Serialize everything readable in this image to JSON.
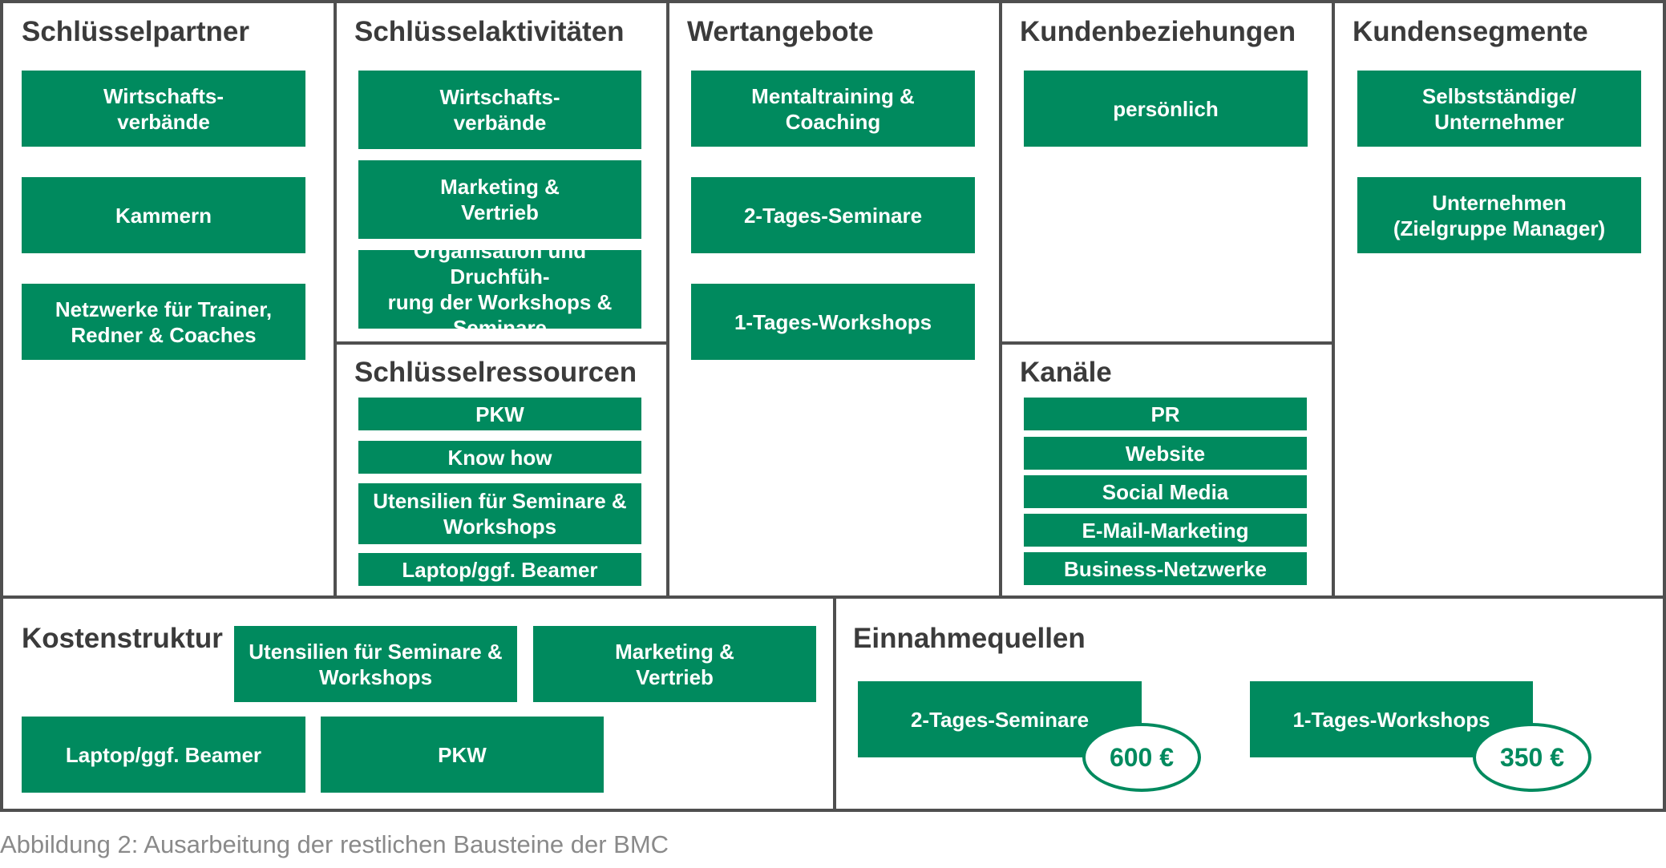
{
  "sections": {
    "key_partners": {
      "title": "Schlüsselpartner",
      "items": [
        "Wirtschafts-\nverbände",
        "Kammern",
        "Netzwerke für Trainer,\nRedner & Coaches"
      ]
    },
    "key_activities": {
      "title": "Schlüsselaktivitäten",
      "items": [
        "Wirtschafts-\nverbände",
        "Marketing &\nVertrieb",
        "Organisation und Druchfüh-\nrung der Workshops &\nSeminare"
      ]
    },
    "key_resources": {
      "title": "Schlüsselressourcen",
      "items": [
        "PKW",
        "Know how",
        "Utensilien für Seminare &\nWorkshops",
        "Laptop/ggf. Beamer"
      ]
    },
    "value_propositions": {
      "title": "Wertangebote",
      "items": [
        "Mentaltraining &\nCoaching",
        "2-Tages-Seminare",
        "1-Tages-Workshops"
      ]
    },
    "customer_relationships": {
      "title": "Kundenbeziehungen",
      "items": [
        "persönlich"
      ]
    },
    "channels": {
      "title": "Kanäle",
      "items": [
        "PR",
        "Website",
        "Social Media",
        "E-Mail-Marketing",
        "Business-Netzwerke"
      ]
    },
    "customer_segments": {
      "title": "Kundensegmente",
      "items": [
        "Selbstständige/\nUnternehmer",
        "Unternehmen\n(Zielgruppe Manager)"
      ]
    },
    "cost_structure": {
      "title": "Kostenstruktur",
      "items": [
        "Utensilien für Seminare &\nWorkshops",
        "Marketing &\nVertrieb",
        "Laptop/ggf. Beamer",
        "PKW"
      ]
    },
    "revenue_streams": {
      "title": "Einnahmequellen",
      "items": [
        {
          "label": "2-Tages-Seminare",
          "price": "600 €"
        },
        {
          "label": "1-Tages-Workshops",
          "price": "350 €"
        }
      ]
    }
  },
  "caption": "Abbildung 2: Ausarbeitung der restlichen Bausteine der BMC",
  "colors": {
    "accent": "#008a5e",
    "border": "#4f4f4f",
    "title_text": "#3b3b3b",
    "caption_text": "#8a8a8a"
  }
}
